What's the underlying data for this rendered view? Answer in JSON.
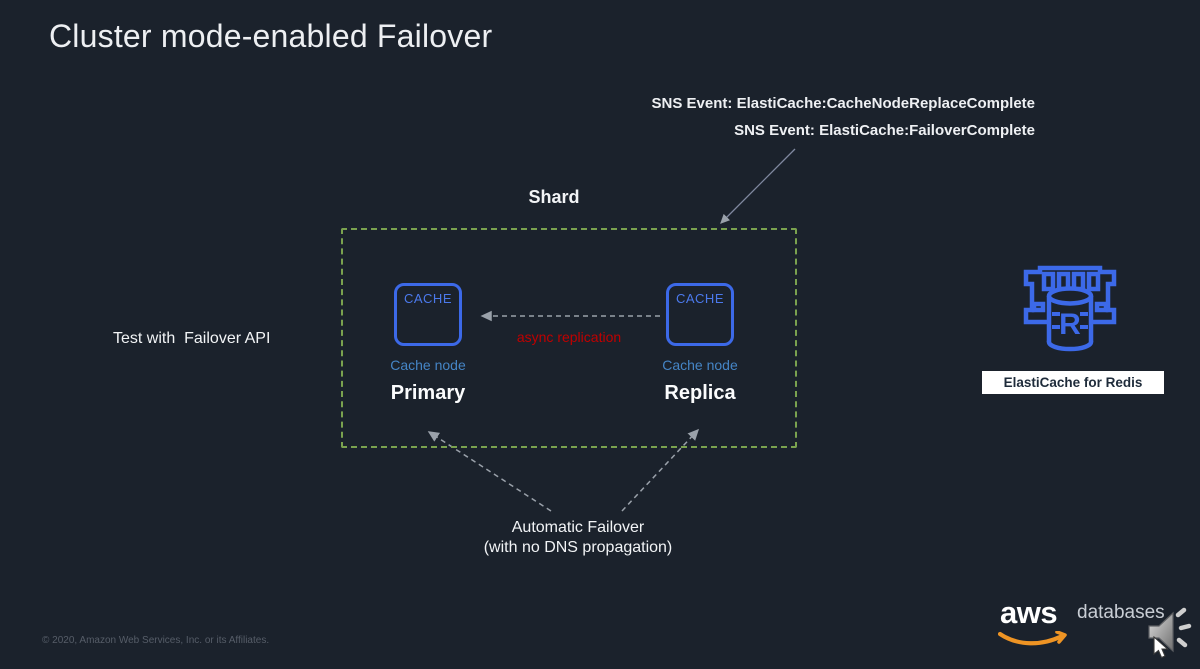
{
  "slide": {
    "title": "Cluster mode-enabled Failover",
    "sns_events": [
      "SNS Event: ElastiCache:CacheNodeReplaceComplete",
      "SNS Event: ElastiCache:FailoverComplete"
    ],
    "shard_label": "Shard",
    "left_note": "Test with  Failover API",
    "nodes": [
      {
        "box_label": "CACHE",
        "sub_label": "Cache node",
        "role": "Primary"
      },
      {
        "box_label": "CACHE",
        "sub_label": "Cache node",
        "role": "Replica"
      }
    ],
    "replication_label": "async replication",
    "failover_caption": [
      "Automatic Failover",
      "(with no DNS propagation)"
    ],
    "redis_icon_letter": "R",
    "redis_badge": "ElastiCache for Redis",
    "footer": {
      "copyright": "© 2020, Amazon Web Services, Inc. or its Affiliates.",
      "brand": "aws",
      "brand_sub": "databases"
    },
    "icons": {
      "elasticache": "elasticache-for-redis-icon",
      "speaker": "audio-speaker-icon",
      "cursor": "mouse-cursor-icon",
      "smile": "aws-smile-arrow-icon"
    },
    "colors": {
      "background": "#1b222c",
      "accent_blue": "#3c69e8",
      "node_label_blue": "#4585c6",
      "shard_border_green": "#7aa24f",
      "replication_red": "#c00000",
      "arrow_gray": "#9aa1aa",
      "aws_orange": "#ee9424",
      "badge_bg": "#ffffff",
      "badge_text": "#1e2b3a"
    }
  }
}
